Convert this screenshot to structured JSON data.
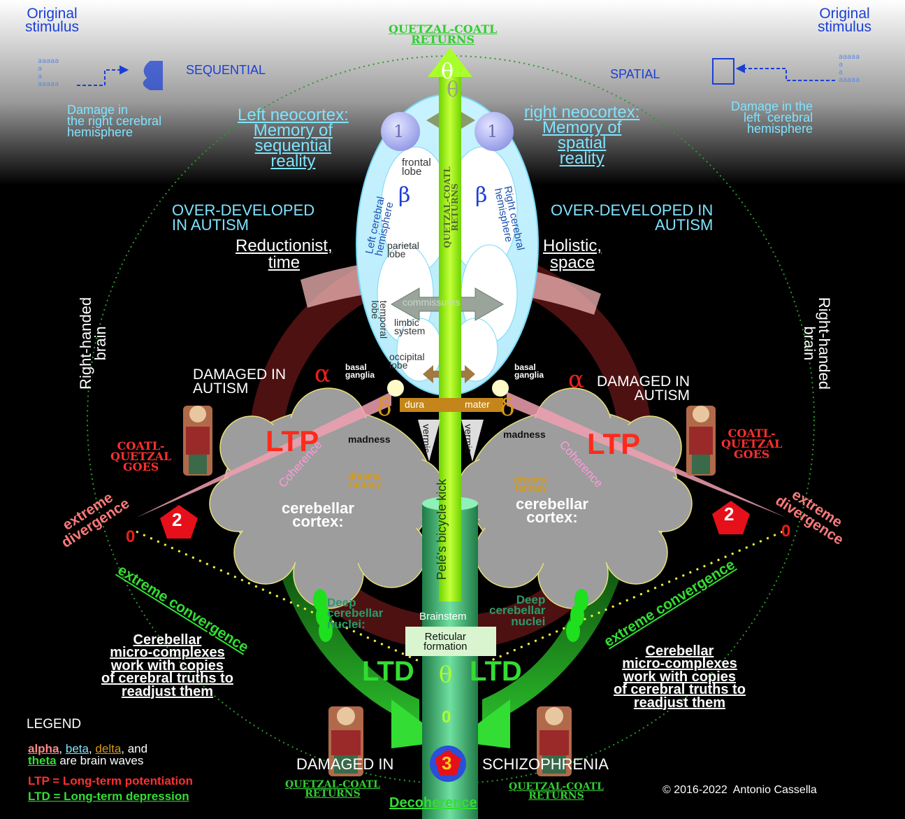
{
  "corners": {
    "left_original": "Original\nstimulus",
    "right_original": "Original\nstimulus",
    "sequential": "SEQUENTIAL",
    "spatial": "SPATIAL",
    "damage_left": "Damage in\nthe right cerebral\nhemisphere",
    "damage_right": "Damage in the\nleft  cerebral\nhemisphere",
    "letters_block": "aaaaa\na\na\naaaaa"
  },
  "top": {
    "qc_returns": "QUETZAL-COATL\nRETURNS"
  },
  "left_hemi": {
    "neocortex": "Left neocortex:\nMemory of\nsequential\nreality",
    "overdeveloped": "OVER-DEVELOPED\nIN AUTISM",
    "reductionist": "Reductionist,\ntime",
    "handed": "Right-handed\nbrain",
    "damaged": "DAMAGED IN\nAUTISM",
    "basal": "basal\nganglia",
    "madness": "madness",
    "coherence": "Coherence",
    "dreams": "dreams,\nfantasy",
    "cerebellar_cortex": "cerebellar\ncortex:",
    "ltp": "LTP",
    "coatl": "COATL-\nQUETZAL\nGOES",
    "extreme_divergence": "extreme\ndivergence",
    "zero": "0",
    "badge2": "2",
    "extreme_convergence": "extreme convergence",
    "deep_nuclei": "Deep\ncerebellar\nnuclei:",
    "microcomplexes": "Cerebellar\nmicro-complexes\nwork with copies\nof cerebral truths to\nreadjust them"
  },
  "right_hemi": {
    "neocortex": "right neocortex:\nMemory of\nspatial\nreality",
    "overdeveloped": "OVER-DEVELOPED IN\nAUTISM",
    "holistic": "Holistic,\nspace",
    "handed": "Right-handed\nbrain",
    "damaged": "DAMAGED IN\nAUTISM",
    "basal": "basal\nganglia",
    "madness": "madness",
    "coherence": "Coherence",
    "dreams": "dreams,\nfantasy",
    "cerebellar_cortex": "cerebellar\ncortex:",
    "ltp": "LTP",
    "coatl": "COATL-\nQUETZAL\nGOES",
    "extreme_divergence": "extreme\ndivergence",
    "zero": "0",
    "badge2": "2",
    "extreme_convergence": "extreme convergence",
    "deep_nuclei": "Deep\ncerebellar\nnuclei",
    "microcomplexes": "Cerebellar\nmicro-complexes\nwork with copies\nof cerebral truths to\nreadjust them"
  },
  "brain": {
    "badge1": "1",
    "beta": "β",
    "theta": "θ",
    "alpha": "α",
    "delta": "δ",
    "frontal": "frontal\nlobe",
    "parietal": "parietal\nlobe",
    "temporal": "temporal\nlobe",
    "limbic": "limbic\nsystem",
    "occipital": "occipital\nlobe",
    "left_cerebral": "Left cerebral\nhemisphere",
    "right_cerebral": "Right cerebral\nhemisphere",
    "qc_vertical": "QUETZAL-COATL\nRETURNS",
    "commissures": "commissures",
    "dura": "dura",
    "mater": "mater",
    "vermis": "vermis",
    "pele": "Pelé's bicycle kick",
    "brainstem": "Brainstem",
    "reticular": "Reticular\nformation",
    "ltd": "LTD",
    "zero": "0",
    "badge3": "3"
  },
  "bottom": {
    "damaged_in": "DAMAGED IN",
    "schizophrenia": "SCHIZOPHRENIA",
    "qc_left": "QUETZAL-COATL\nRETURNS",
    "qc_right": "QUETZAL-COATL\nRETURNS",
    "decoherence": "Decoherence",
    "copyright": "© 2016-2022  Antonio Cassella"
  },
  "legend": {
    "title": "LEGEND",
    "alpha": "alpha",
    "sep1": ", ",
    "beta": "beta",
    "sep2": ", ",
    "delta": "delta",
    "and": ", and",
    "theta": "theta",
    "waves": " are brain waves",
    "ltp": "LTP",
    "ltp_def": " = Long-term potentiation",
    "ltd": "LTD",
    "ltd_def": " = Long-term depression"
  },
  "colors": {
    "blue": "#1a3fd6",
    "cyan": "#7fe3ff",
    "green": "#33dd33",
    "lime": "#a8ff2a",
    "ltp_red": "#ff2a1a",
    "salmon": "#ff8888",
    "gold": "#d69a1a",
    "cloud": "#9d9d9d"
  },
  "icons": [
    "stimulus-box-icon",
    "figure-icon",
    "aztec-deity-icon",
    "arrow-icon"
  ]
}
